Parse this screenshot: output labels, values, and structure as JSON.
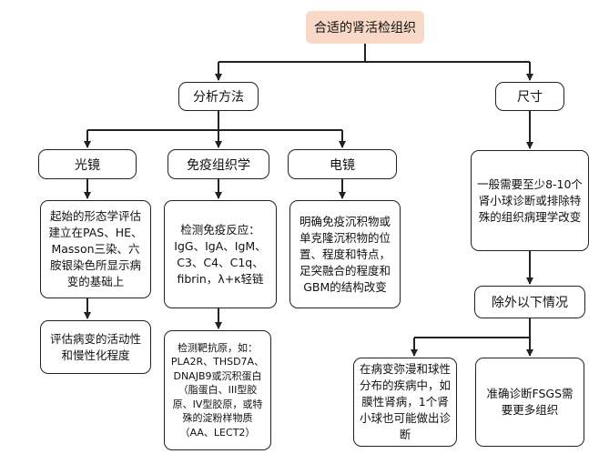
{
  "root": "合适的肾活检组织",
  "analysis": {
    "label": "分析方法",
    "light": {
      "label": "光镜",
      "desc": "起始的形态学评估建立在PAS、HE、Masson三染、六胺银染色所显示病变的基础上",
      "sub": "评估病变的活动性和慢性化程度"
    },
    "immuno": {
      "label": "免疫组织学",
      "desc": "检测免疫反应：IgG、IgA、IgM、C3、C4、C1q、fibrin，λ+κ轻链",
      "sub": "检测靶抗原，如：PLA2R、THSD7A、DNAJB9或沉积蛋白（脂蛋白、III型胶原、IV型胶原，或特殊的淀粉样物质（AA、LECT2）"
    },
    "em": {
      "label": "电镜",
      "desc": "明确免疫沉积物或单克隆沉积物的位置、程度和特点，足突融合的程度和GBM的结构改变"
    }
  },
  "size": {
    "label": "尺寸",
    "desc": "一般需要至少8-10个肾小球诊断或排除特殊的组织病理学改变",
    "exceptions": "除外以下情况",
    "exc1": "在病变弥漫和球性分布的疾病中，如膜性肾病，1个肾小球也可能做出诊断",
    "exc2": "准确诊断FSGS需要更多组织"
  },
  "colors": {
    "title_fill": "#f8d9c8",
    "line": "#222222"
  }
}
